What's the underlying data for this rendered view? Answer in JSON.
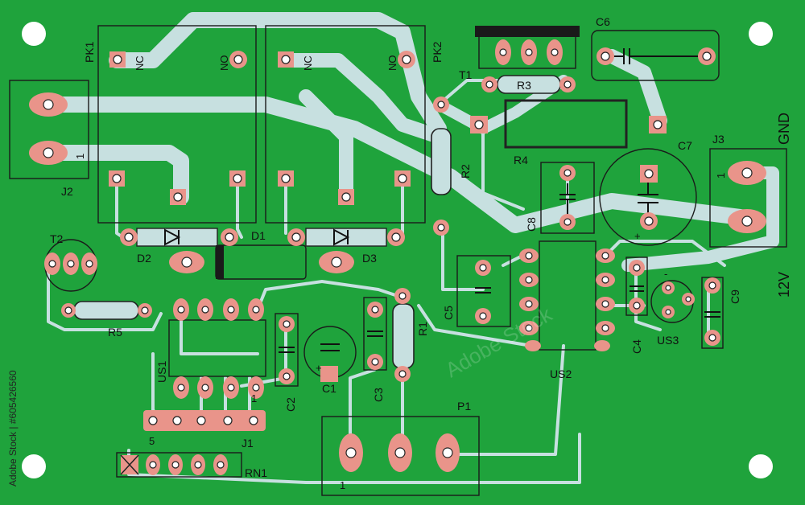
{
  "colors": {
    "board": "#1fa33c",
    "trace": "#c7e0e0",
    "pad": "#e9948a",
    "silkscreen": "#1a1a1a",
    "mount_hole": "#ffffff"
  },
  "icons": [
    "mounting-hole-icon",
    "diode-symbol-icon",
    "capacitor-symbol-icon",
    "resistor-body-icon",
    "transistor-outline-icon"
  ],
  "labels": {
    "pk1": "PK1",
    "pk2": "PK2",
    "nc1": "NC",
    "no1": "NO",
    "nc2": "NC",
    "no2": "NO",
    "j2": "J2",
    "j2_pin1": "1",
    "t1": "T1",
    "r3": "R3",
    "c6": "C6",
    "r2": "R2",
    "r4": "R4",
    "c7": "C7",
    "gnd": "GND",
    "j3": "J3",
    "j3_pin1": "1",
    "c8": "C8",
    "t2": "T2",
    "d1": "D1",
    "d2": "D2",
    "d3": "D3",
    "r5": "R5",
    "c5": "C5",
    "r1": "R1",
    "c4": "C4",
    "us3": "US3",
    "c9": "C9",
    "v12": "12V",
    "us1": "US1",
    "c2": "C2",
    "c1": "C1",
    "c3": "C3",
    "us2": "US2",
    "pin_1_us1": "1",
    "pin_5": "5",
    "j1": "J1",
    "p1": "P1",
    "p1_pin1": "1",
    "rn1": "RN1",
    "c7_plus": "+",
    "c1_plus": "+",
    "us3_minus": "-"
  },
  "watermark": {
    "side_text": "Adobe Stock | #605426560",
    "stamp": "Adobe Stock"
  }
}
